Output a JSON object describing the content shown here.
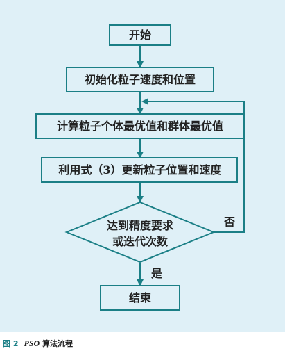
{
  "diagram": {
    "nodes": {
      "start": "开始",
      "init": "初始化粒子速度和位置",
      "compute": "计算粒子个体最优值和群体最优值",
      "update": "利用式（3）更新粒子位置和速度",
      "decision_line1": "达到精度要求",
      "decision_line2": "或迭代次数",
      "end": "结束"
    },
    "edges": {
      "yes_label": "是",
      "no_label": "否"
    },
    "colors": {
      "stroke": "#1b7f86",
      "panel": "#dff0f7",
      "caption_accent": "#1b7f86"
    }
  },
  "caption": {
    "number": "图 2",
    "abbr": "PSO",
    "rest": " 算法流程"
  }
}
